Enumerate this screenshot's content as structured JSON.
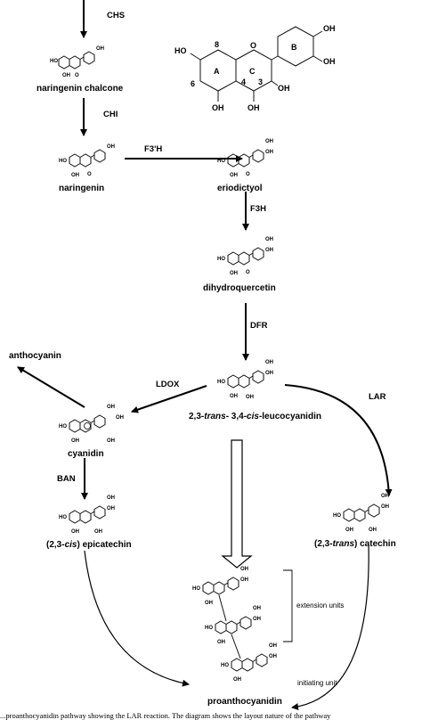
{
  "compounds": {
    "naringenin_chalcone": "naringenin chalcone",
    "naringenin": "naringenin",
    "eriodictyol": "eriodictyol",
    "dihydroquercetin": "dihydroquercetin",
    "leucocyanidin_pre": "2,3-",
    "leucocyanidin_trans": "trans",
    "leucocyanidin_mid": "- 3,4-",
    "leucocyanidin_cis": "cis",
    "leucocyanidin_post": "-leucocyanidin",
    "anthocyanin": "anthocyanin",
    "cyanidin": "cyanidin",
    "epicatechin_pre": "(2,3-",
    "epicatechin_it": "cis",
    "epicatechin_post": ") epicatechin",
    "catechin_pre": "(2,3-",
    "catechin_it": "trans",
    "catechin_post": ") catechin",
    "proanthocyanidin": "proanthocyanidin"
  },
  "enzymes": {
    "chs": "CHS",
    "chi": "CHI",
    "f3h_prime": "F3'H",
    "f3h": "F3H",
    "dfr": "DFR",
    "ldox": "LDOX",
    "lar": "LAR",
    "ban": "BAN"
  },
  "annotations": {
    "extension_units": "extension units",
    "initiating_unit": "initiating unit"
  },
  "reference_structure": {
    "ring_a": "A",
    "ring_b": "B",
    "ring_c": "C",
    "pos_8": "8",
    "pos_6": "6",
    "pos_3": "3",
    "pos_4": "4",
    "atom_o": "O",
    "oh": "OH",
    "ho": "HO"
  },
  "caption": "...proanthocyanidin pathway showing the LAR reaction. The diagram shows the layout nature of the pathway"
}
